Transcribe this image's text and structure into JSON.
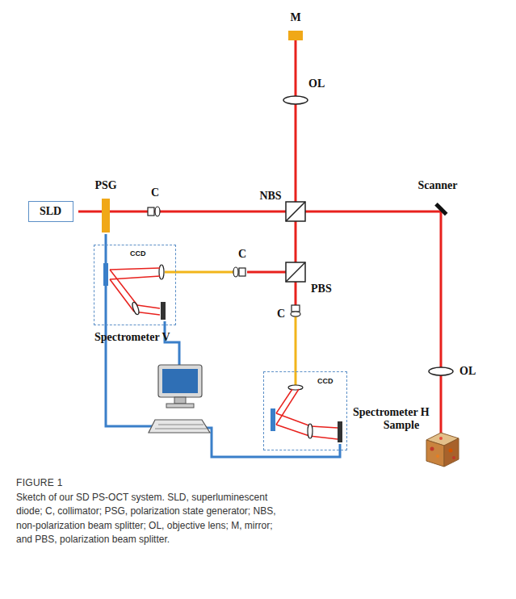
{
  "diagram": {
    "caption": "Sketch of our SD PS-OCT system. SLD, superluminescent diode; C, collimator; PSG, polarization state generator; NBS, non-polarization beam splitter; OL, objective lens; M, mirror; and PBS, polarization beam splitter.",
    "nodes": [
      {
        "text": [
          "SLD"
        ]
      },
      {
        "text": [
          "CCD",
          "Spectrometer V"
        ]
      },
      {
        "text": [
          "CCD",
          "Spectrometer H"
        ]
      }
    ],
    "labels": [
      "M",
      "OL",
      "PSG",
      "C",
      "NBS",
      "Scanner",
      "C",
      "PBS",
      "C",
      "OL",
      "Sample",
      "FIGURE 1"
    ]
  }
}
